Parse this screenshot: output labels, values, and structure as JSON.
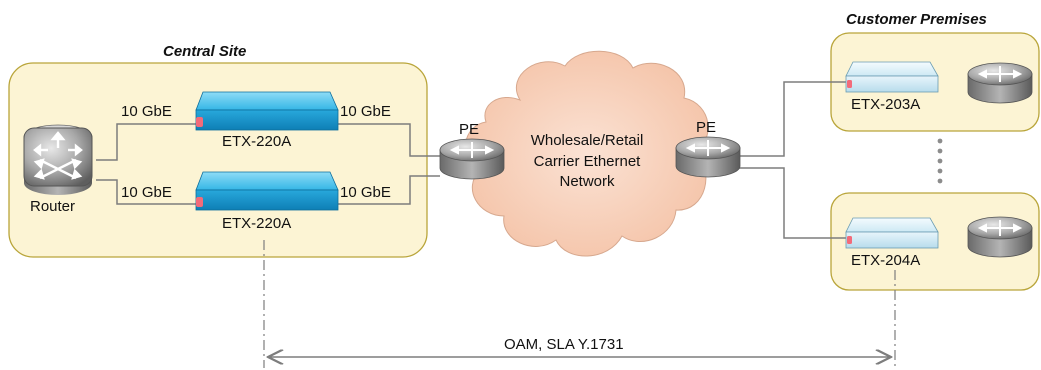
{
  "central_site": {
    "title": "Central Site",
    "router_label": "Router",
    "device_1": {
      "name": "ETX-220A",
      "left_port": "10 GbE",
      "right_port": "10 GbE"
    },
    "device_2": {
      "name": "ETX-220A",
      "left_port": "10 GbE",
      "right_port": "10 GbE"
    }
  },
  "network": {
    "pe_left": "PE",
    "pe_right": "PE",
    "cloud_line1": "Wholesale/Retail",
    "cloud_line2": "Carrier Ethernet",
    "cloud_line3": "Network"
  },
  "customer_premises": {
    "title": "Customer Premises",
    "device_1": "ETX-203A",
    "device_2": "ETX-204A"
  },
  "oam_label": "OAM, SLA Y.1731",
  "colors": {
    "site_fill": "#fcf4d4",
    "site_border": "#b9a53a",
    "cloud_fill": "#f9d6c4",
    "device_blue": "#1aa6dc",
    "device_light": "#d8eef6",
    "router_gray": "#8c8c8c",
    "line_gray": "#7d7d7d"
  }
}
